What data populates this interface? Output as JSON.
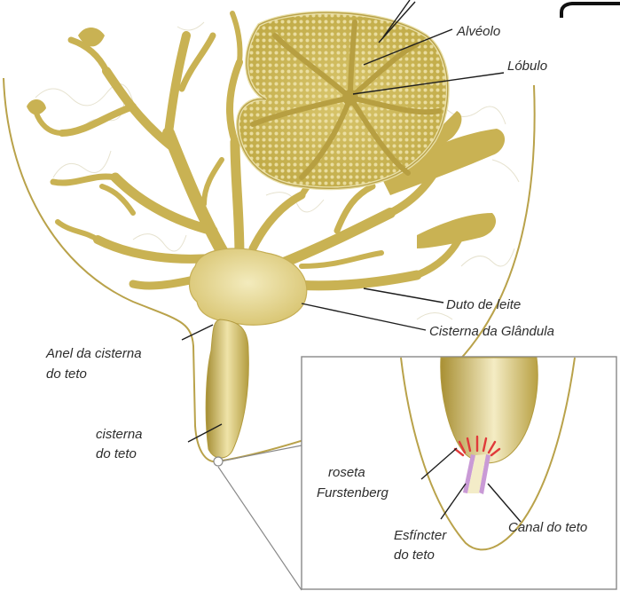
{
  "labels": {
    "alveolo": "Alvéolo",
    "lobulo": "Lóbulo",
    "duto_de_leite": "Duto de leite",
    "cisterna_da_glandula": "Cisterna da Glândula",
    "anel_da_cisterna_line1": "Anel da cisterna",
    "anel_da_cisterna_line2": "do teto",
    "cisterna_do_teto_line1": "cisterna",
    "cisterna_do_teto_line2": "do teto",
    "roseta_line1": "roseta",
    "roseta_line2": "Furstenberg",
    "esfincter_line1": "Esfíncter",
    "esfincter_line2": "do teto",
    "canal_do_teto": "Canal do teto"
  },
  "colors": {
    "gland_fill": "#cfb95a",
    "gland_light": "#eadfa0",
    "gland_dark": "#9a8430",
    "outline": "#b9a24a",
    "roseta": "#e03a3a",
    "sphincter": "#c99ad6",
    "inset_border": "#888888"
  }
}
